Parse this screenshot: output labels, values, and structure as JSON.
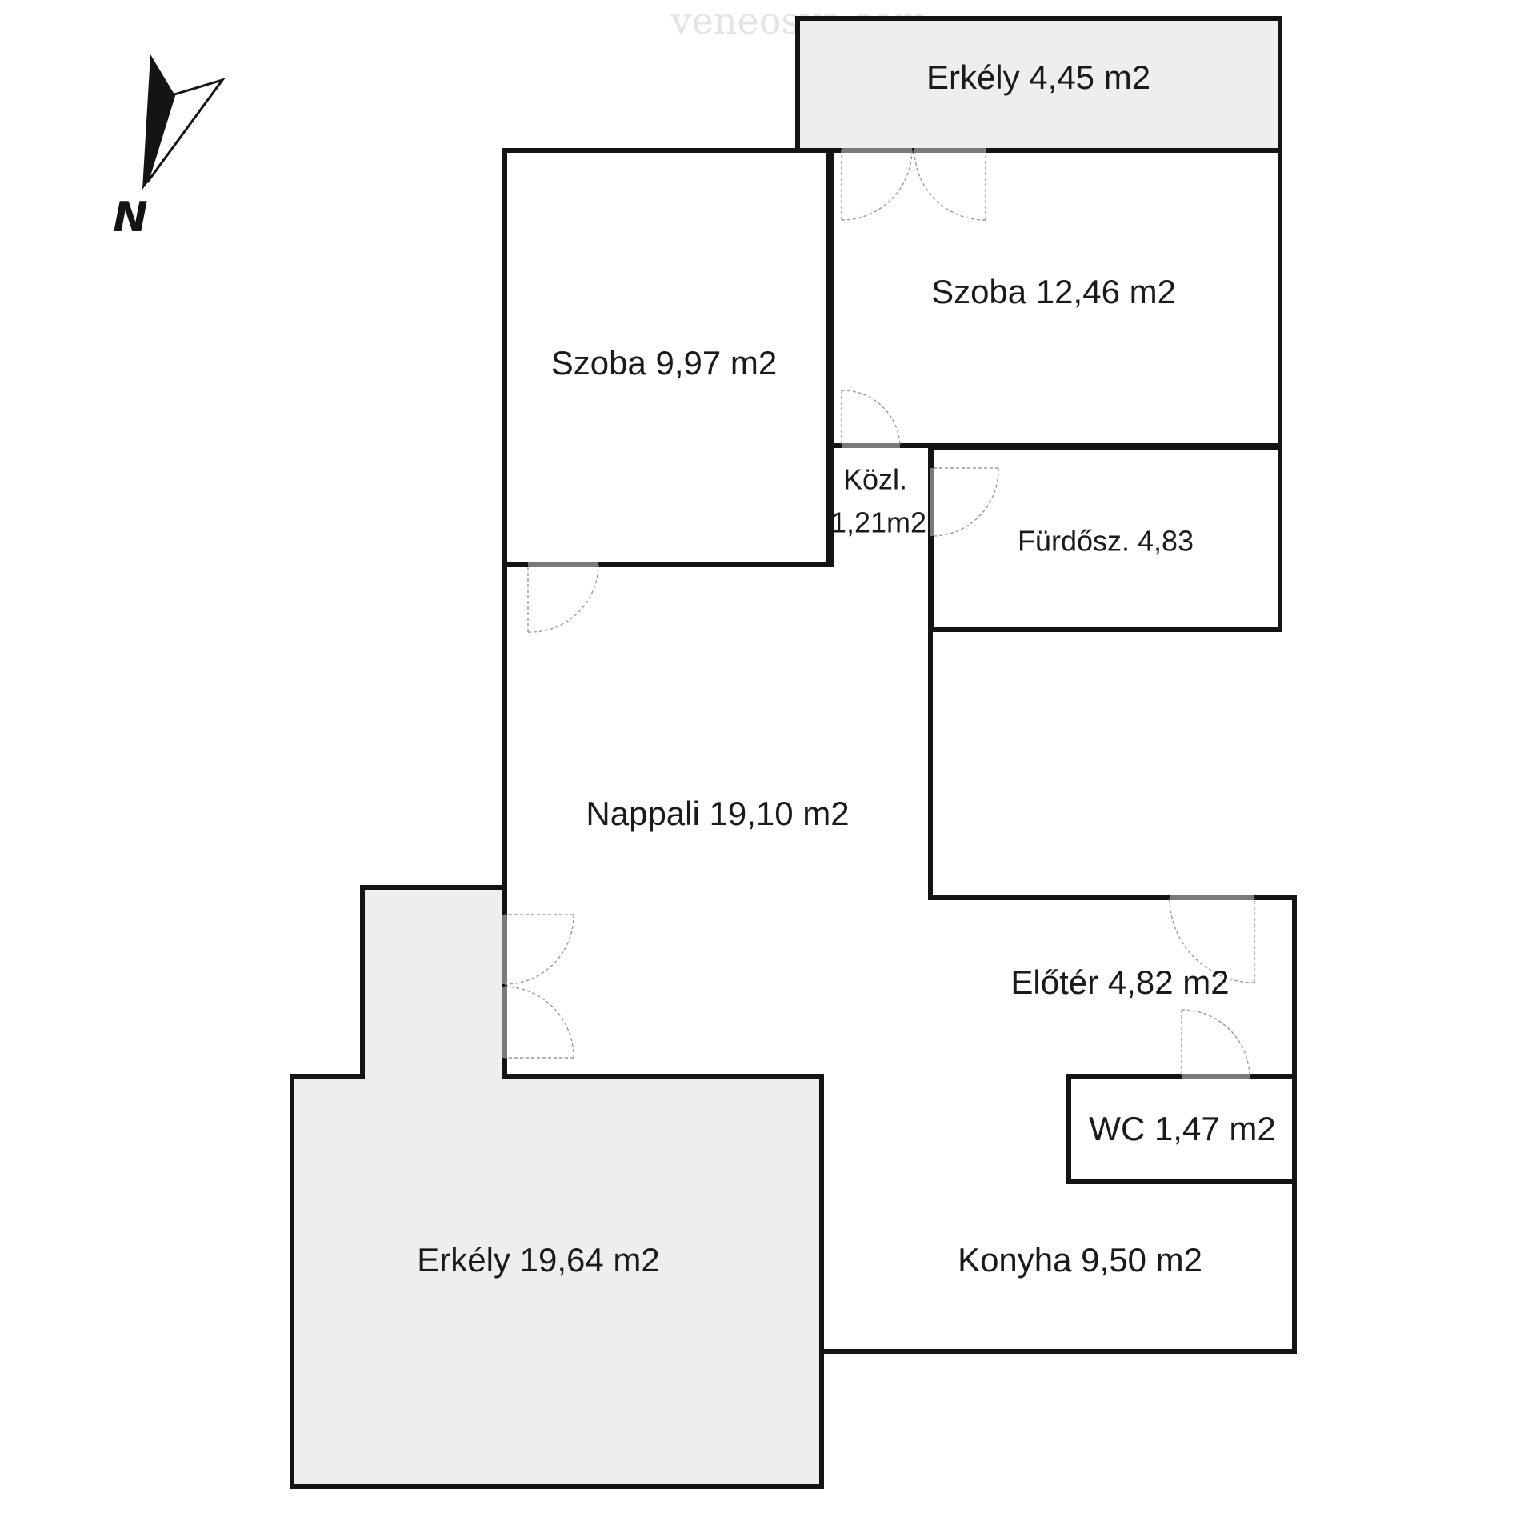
{
  "compass": {
    "label": "N"
  },
  "rooms": [
    {
      "id": "erkely-top",
      "label": "Erkély 4,45 m2"
    },
    {
      "id": "szoba-small",
      "label": "Szoba 9,97 m2"
    },
    {
      "id": "szoba-large",
      "label": "Szoba 12,46 m2"
    },
    {
      "id": "kozl",
      "label_line1": "Közl.",
      "label_line2": "1,21m2"
    },
    {
      "id": "furdo",
      "label": "Fürdősz. 4,83"
    },
    {
      "id": "nappali",
      "label": "Nappali 19,10 m2"
    },
    {
      "id": "eloter",
      "label": "Előtér 4,82 m2"
    },
    {
      "id": "wc",
      "label": "WC 1,47 m2"
    },
    {
      "id": "erkely-big",
      "label": "Erkély 19,64 m2"
    },
    {
      "id": "konyha",
      "label": "Konyha 9,50 m2"
    }
  ],
  "watermark": {
    "text": "veneosys.com"
  },
  "colors": {
    "wall": "#141414",
    "balcony_fill": "#eeeeee",
    "door": "#7a7a7a"
  }
}
